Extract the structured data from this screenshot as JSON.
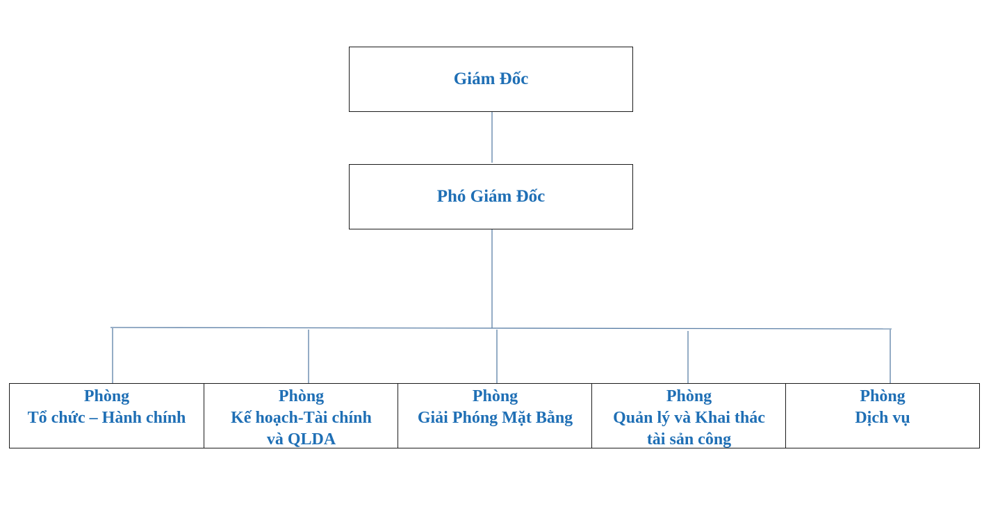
{
  "chart_data": {
    "type": "org-chart",
    "nodes": {
      "director": {
        "label": "Giám Đốc"
      },
      "deputy_director": {
        "label": "Phó Giám Đốc"
      },
      "departments": [
        {
          "lines": [
            "Phòng",
            "Tổ chức – Hành chính"
          ]
        },
        {
          "lines": [
            "Phòng",
            "Kế hoạch-Tài chính",
            "và QLDA"
          ]
        },
        {
          "lines": [
            "Phòng",
            "Giải Phóng Mặt Bằng"
          ]
        },
        {
          "lines": [
            "Phòng",
            "Quản lý và Khai thác",
            "tài sản công"
          ]
        },
        {
          "lines": [
            "Phòng",
            "Dịch vụ"
          ]
        }
      ]
    },
    "edges": [
      [
        "director",
        "deputy_director"
      ],
      [
        "deputy_director",
        "departments.0"
      ],
      [
        "deputy_director",
        "departments.1"
      ],
      [
        "deputy_director",
        "departments.2"
      ],
      [
        "deputy_director",
        "departments.3"
      ],
      [
        "deputy_director",
        "departments.4"
      ]
    ],
    "colors": {
      "text": "#1f6fb5",
      "box_border": "#1a1a1a",
      "connector": "#5b7fa6"
    }
  }
}
